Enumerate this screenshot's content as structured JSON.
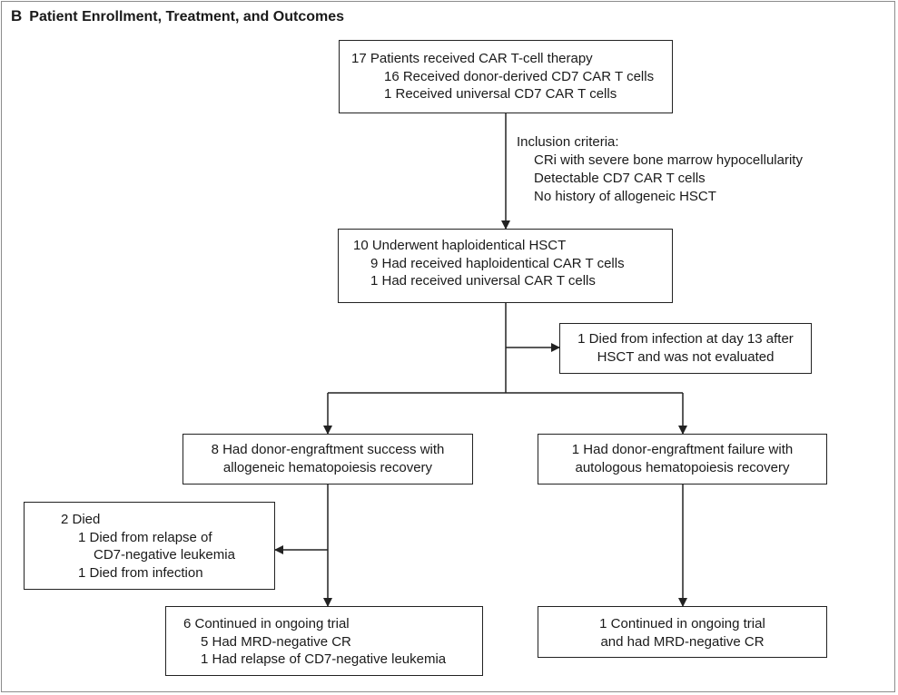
{
  "panel": {
    "letter": "B",
    "title": "Patient Enrollment, Treatment, and Outcomes"
  },
  "boxes": {
    "enrolled": {
      "line1": "17 Patients received CAR T-cell therapy",
      "line2": "16 Received donor-derived CD7 CAR T cells",
      "line3": "1 Received universal CD7 CAR T cells"
    },
    "inclusion": {
      "heading": "Inclusion criteria:",
      "items": [
        "CRi with severe bone marrow hypocellularity",
        "Detectable CD7 CAR T cells",
        "No history of allogeneic HSCT"
      ]
    },
    "hsct": {
      "line1": "10 Underwent haploidentical HSCT",
      "line2": "9 Had received haploidentical CAR T cells",
      "line3": "1 Had received universal CAR T cells"
    },
    "died_infection": {
      "line1": "1 Died from infection at day 13 after",
      "line2": "HSCT and was not evaluated"
    },
    "engraft_success": {
      "line1": "8 Had donor-engraftment success with",
      "line2": "allogeneic hematopoiesis recovery"
    },
    "engraft_failure": {
      "line1": "1 Had donor-engraftment failure with",
      "line2": "autologous hematopoiesis recovery"
    },
    "died": {
      "line1": "2 Died",
      "line2": "1 Died from relapse of",
      "line3": "CD7-negative leukemia",
      "line4": "1 Died from infection"
    },
    "continued_left": {
      "line1": "6 Continued in ongoing trial",
      "line2": "5 Had MRD-negative CR",
      "line3": "1 Had relapse of CD7-negative leukemia"
    },
    "continued_right": {
      "line1": "1 Continued in ongoing trial",
      "line2": "and had MRD-negative CR"
    }
  },
  "colors": {
    "line": "#222222",
    "frame": "#8c8c8c"
  }
}
